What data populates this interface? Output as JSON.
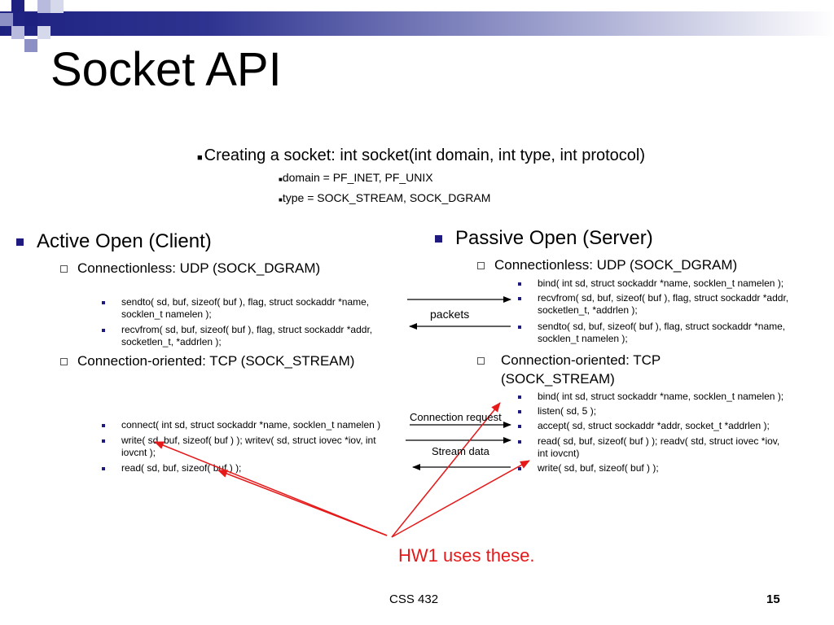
{
  "slide": {
    "title": "Socket API",
    "intro": {
      "main": "Creating a socket: int socket(int domain, int type, int protocol)",
      "sub": [
        "domain = PF_INET, PF_UNIX",
        "type = SOCK_STREAM, SOCK_DGRAM"
      ]
    },
    "left": {
      "heading": "Active Open (Client)",
      "udp_label": "Connectionless: UDP (SOCK_DGRAM)",
      "udp_items": [
        "sendto( sd, buf, sizeof( buf ), flag, struct sockaddr *name, socklen_t namelen );",
        "recvfrom( sd, buf, sizeof( buf ), flag, struct sockaddr *addr, socketlen_t, *addrlen );"
      ],
      "tcp_label": "Connection-oriented: TCP (SOCK_STREAM)",
      "tcp_items": [
        "connect( int sd, struct sockaddr *name, socklen_t namelen )",
        "write( sd, buf, sizeof( buf ) ); writev( sd, struct iovec *iov, int iovcnt );",
        "read( sd, buf, sizeof( buf ) );"
      ]
    },
    "right": {
      "heading": "Passive Open (Server)",
      "udp_label": "Connectionless: UDP (SOCK_DGRAM)",
      "udp_items": [
        "bind( int sd, struct sockaddr *name, socklen_t namelen );",
        "recvfrom( sd, buf, sizeof( buf ), flag, struct sockaddr *addr, socketlen_t, *addrlen );",
        "sendto( sd, buf, sizeof( buf ), flag, struct sockaddr *name, socklen_t namelen );"
      ],
      "tcp_label": "Connection-oriented: TCP (SOCK_STREAM)",
      "tcp_items": [
        "bind( int sd, struct sockaddr *name, socklen_t namelen );",
        "listen( sd, 5 );",
        "accept( sd, struct sockaddr *addr, socket_t *addrlen );",
        "read( sd, buf, sizeof( buf ) ); readv( std, struct iovec *iov, int iovcnt)",
        "write( sd, buf, sizeof( buf ) );"
      ]
    },
    "arrows": {
      "packets": "packets",
      "connection_request": "Connection request",
      "stream_data": "Stream data"
    },
    "annotation": "HW1 uses these.",
    "footer": {
      "course": "CSS 432",
      "page": "15"
    },
    "colors": {
      "accent_navy": "#1e2180",
      "annotation_red": "#e51919"
    }
  }
}
